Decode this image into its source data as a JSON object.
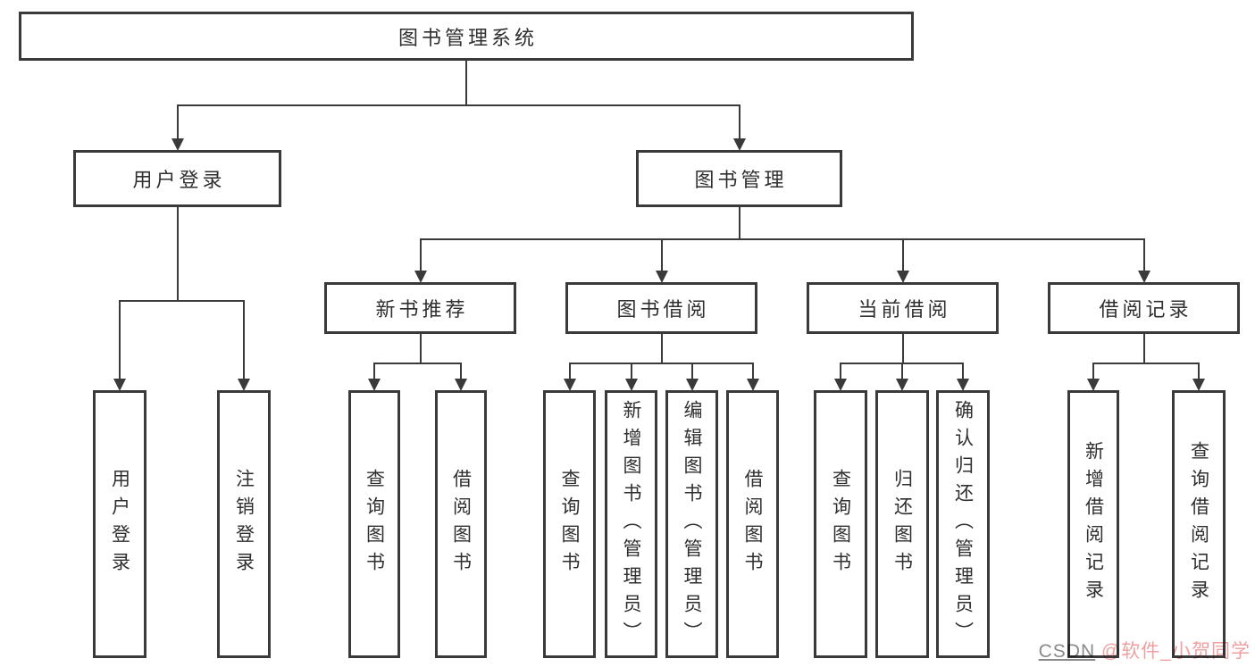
{
  "diagram": {
    "type": "tree-diagram",
    "title": "图书管理系统",
    "nodes": {
      "root": "图书管理系统",
      "login": "用户登录",
      "mgmt": "图书管理",
      "login_user": "用户登录",
      "login_logout": "注销登录",
      "rec": "新书推荐",
      "borrow": "图书借阅",
      "current": "当前借阅",
      "records": "借阅记录",
      "rec_query": "查询图书",
      "rec_borrow": "借阅图书",
      "borrow_query": "查询图书",
      "borrow_add": "新增图书（管理员）",
      "borrow_edit": "编辑图书（管理员）",
      "borrow_borrow": "借阅图书",
      "cur_query": "查询图书",
      "cur_return": "归还图书",
      "cur_confirm": "确认归还（管理员）",
      "recd_add": "新增借阅记录",
      "recd_query": "查询借阅记录"
    },
    "edges": [
      {
        "from": "root",
        "to": [
          "login",
          "mgmt"
        ]
      },
      {
        "from": "login",
        "to": [
          "login_user",
          "login_logout"
        ]
      },
      {
        "from": "mgmt",
        "to": [
          "rec",
          "borrow",
          "current",
          "records"
        ]
      },
      {
        "from": "rec",
        "to": [
          "rec_query",
          "rec_borrow"
        ]
      },
      {
        "from": "borrow",
        "to": [
          "borrow_query",
          "borrow_add",
          "borrow_edit",
          "borrow_borrow"
        ]
      },
      {
        "from": "current",
        "to": [
          "cur_query",
          "cur_return",
          "cur_confirm"
        ]
      },
      {
        "from": "records",
        "to": [
          "recd_add",
          "recd_query"
        ]
      }
    ]
  },
  "watermark": {
    "brand": "CSDN",
    "user": " @软件_小贺同学",
    "brand_color": "#8a8a8a",
    "user_color": "#f0a0a0"
  },
  "colors": {
    "line": "#3a3a3a",
    "box_border": "#3a3a3a",
    "text": "#2f2f2f",
    "background": "#ffffff"
  }
}
